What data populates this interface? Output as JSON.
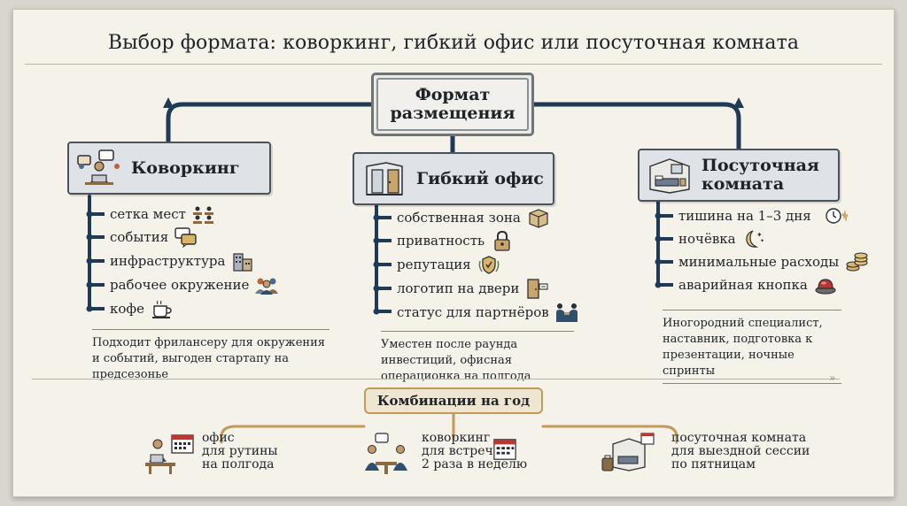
{
  "title": "Выбор формата: коворкинг, гибкий офис или посуточная комната",
  "root": {
    "line1": "Формат",
    "line2": "размещения"
  },
  "categories": [
    {
      "label": "Коворкинг",
      "icon": "coworking-people-icon",
      "items": [
        {
          "label": "сетка мест",
          "icon": "desks-grid-icon"
        },
        {
          "label": "события",
          "icon": "chat-bubbles-icon"
        },
        {
          "label": "инфраструктура",
          "icon": "buildings-icon"
        },
        {
          "label": "рабочее окружение",
          "icon": "team-icon"
        },
        {
          "label": "кофе",
          "icon": "coffee-cup-icon"
        }
      ],
      "note": "Подходит фрилансеру для окружения и событий, выгоден стартапу на предсезонье"
    },
    {
      "label": "Гибкий офис",
      "icon": "office-door-icon",
      "items": [
        {
          "label": "собственная зона",
          "icon": "box-icon"
        },
        {
          "label": "приватность",
          "icon": "lock-icon"
        },
        {
          "label": "репутация",
          "icon": "shield-laurel-icon"
        },
        {
          "label": "логотип на двери",
          "icon": "door-sign-icon"
        },
        {
          "label": "статус для партнёров",
          "icon": "handshake-icon"
        }
      ],
      "note": "Уместен после раунда инвестиций, офисная операционка на полгода"
    },
    {
      "label_line1": "Посуточная",
      "label_line2": "комната",
      "icon": "bedroom-icon",
      "items": [
        {
          "label": "тишина на 1–3 дня",
          "icon": "clock-sound-icon"
        },
        {
          "label": "ночёвка",
          "icon": "moon-stars-icon"
        },
        {
          "label": "минимальные расходы",
          "icon": "coins-icon"
        },
        {
          "label": "аварийная кнопка",
          "icon": "emergency-button-icon"
        }
      ],
      "note": "Иногородний специалист, наставник, подготовка к презентации, ночные спринты"
    }
  ],
  "combinations": {
    "title": "Комбинации на год",
    "items": [
      {
        "line1": "офис",
        "line2": "для рутины",
        "line3": "на полгода",
        "icon": "desk-calendar-icon"
      },
      {
        "line1": "коворкинг",
        "line2": "для встреч",
        "line3": "2 раза в неделю",
        "icon": "meeting-calendar-icon"
      },
      {
        "line1": "посуточная комната",
        "line2": "для выездной сессии",
        "line3": "по пятницам",
        "icon": "room-suitcase-calendar-icon"
      }
    ]
  },
  "colors": {
    "connector": "#1f3a57",
    "combo_connector": "#c39a5a",
    "card_fill": "#dfe3e8",
    "background": "#f5f2ea"
  }
}
